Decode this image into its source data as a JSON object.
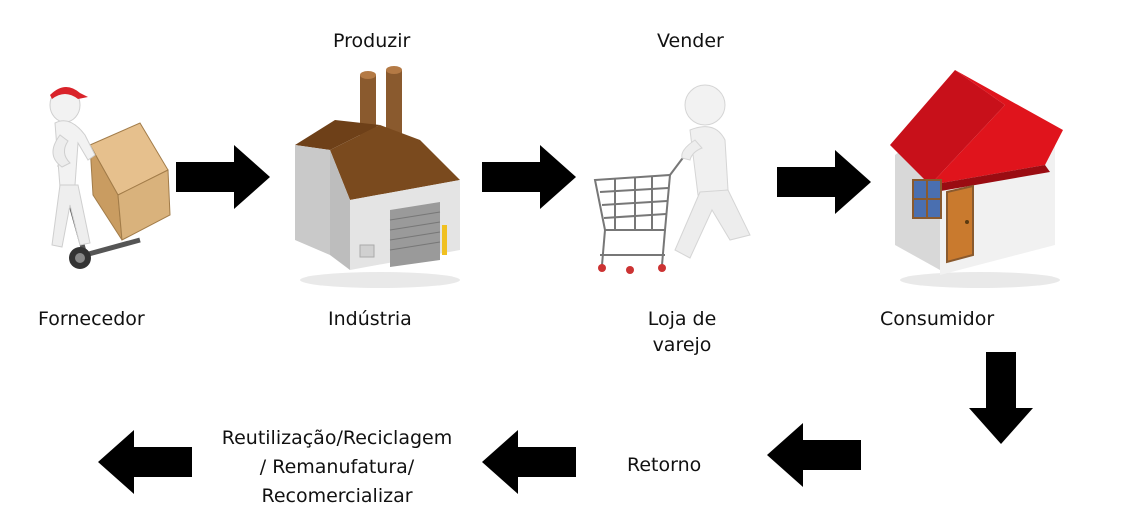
{
  "stages": {
    "supplier": {
      "label": "Fornecedor",
      "icon": "delivery-man-icon"
    },
    "industry": {
      "label": "Indústria",
      "top_label": "Produzir",
      "icon": "factory-icon"
    },
    "retail": {
      "label_lines": [
        "Loja de",
        "varejo"
      ],
      "top_label": "Vender",
      "icon": "shopping-cart-man-icon"
    },
    "consumer": {
      "label": "Consumidor",
      "icon": "house-icon"
    }
  },
  "reverse": {
    "return_label": "Retorno",
    "reuse_lines": [
      "Reutilização/Reciclagem",
      "/ Remanufatura/",
      "Recomercializar"
    ]
  },
  "colors": {
    "arrow": "#000000",
    "roof_red": "#e0141c",
    "factory_roof": "#7a4a1e",
    "cap_red": "#d9232a",
    "box": "#d9b27c"
  }
}
